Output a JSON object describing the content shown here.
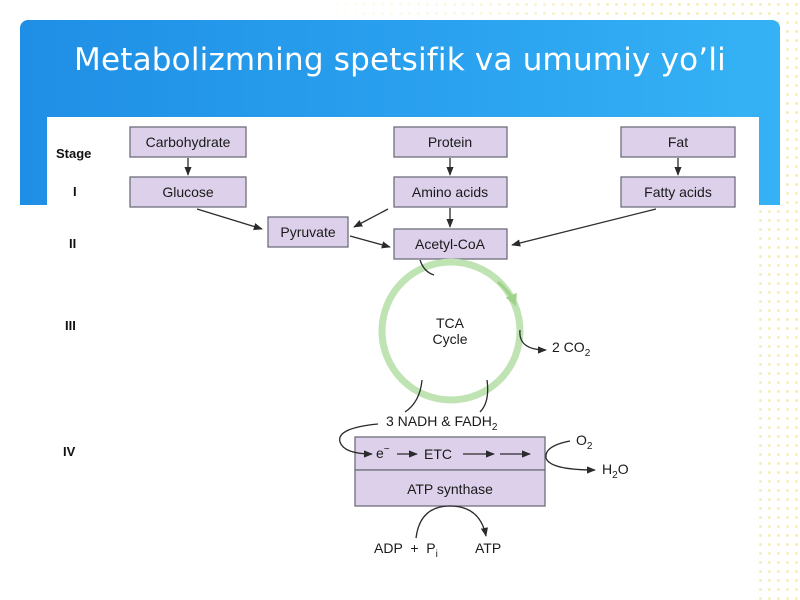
{
  "title": "Metabolizmning spetsifik va umumiy yo’li",
  "stages": {
    "header": "Stage",
    "i": "I",
    "ii": "II",
    "iii": "III",
    "iv": "IV"
  },
  "nodes": {
    "carbohydrate": "Carbohydrate",
    "protein": "Protein",
    "fat": "Fat",
    "glucose": "Glucose",
    "amino_acids": "Amino acids",
    "fatty_acids": "Fatty acids",
    "pyruvate": "Pyruvate",
    "acetyl_coa": "Acetyl-CoA",
    "tca_line1": "TCA",
    "tca_line2": "Cycle",
    "co2_coef": "2 CO",
    "co2_sub": "2",
    "nadh_text": "3 NADH & FADH",
    "nadh_sub": "2",
    "electron": "e",
    "electron_sup": "−",
    "etc": "ETC",
    "atp_synthase": "ATP synthase",
    "o2": "O",
    "o2_sub": "2",
    "h2o_h": "H",
    "h2o_sub": "2",
    "h2o_o": "O",
    "adp_pi": "ADP  +  P",
    "pi_sub": "i",
    "atp": "ATP"
  },
  "colors": {
    "title_bar": "#2a9ded",
    "box_fill": "#dcd0ea",
    "cycle": "#bfe3b2"
  }
}
